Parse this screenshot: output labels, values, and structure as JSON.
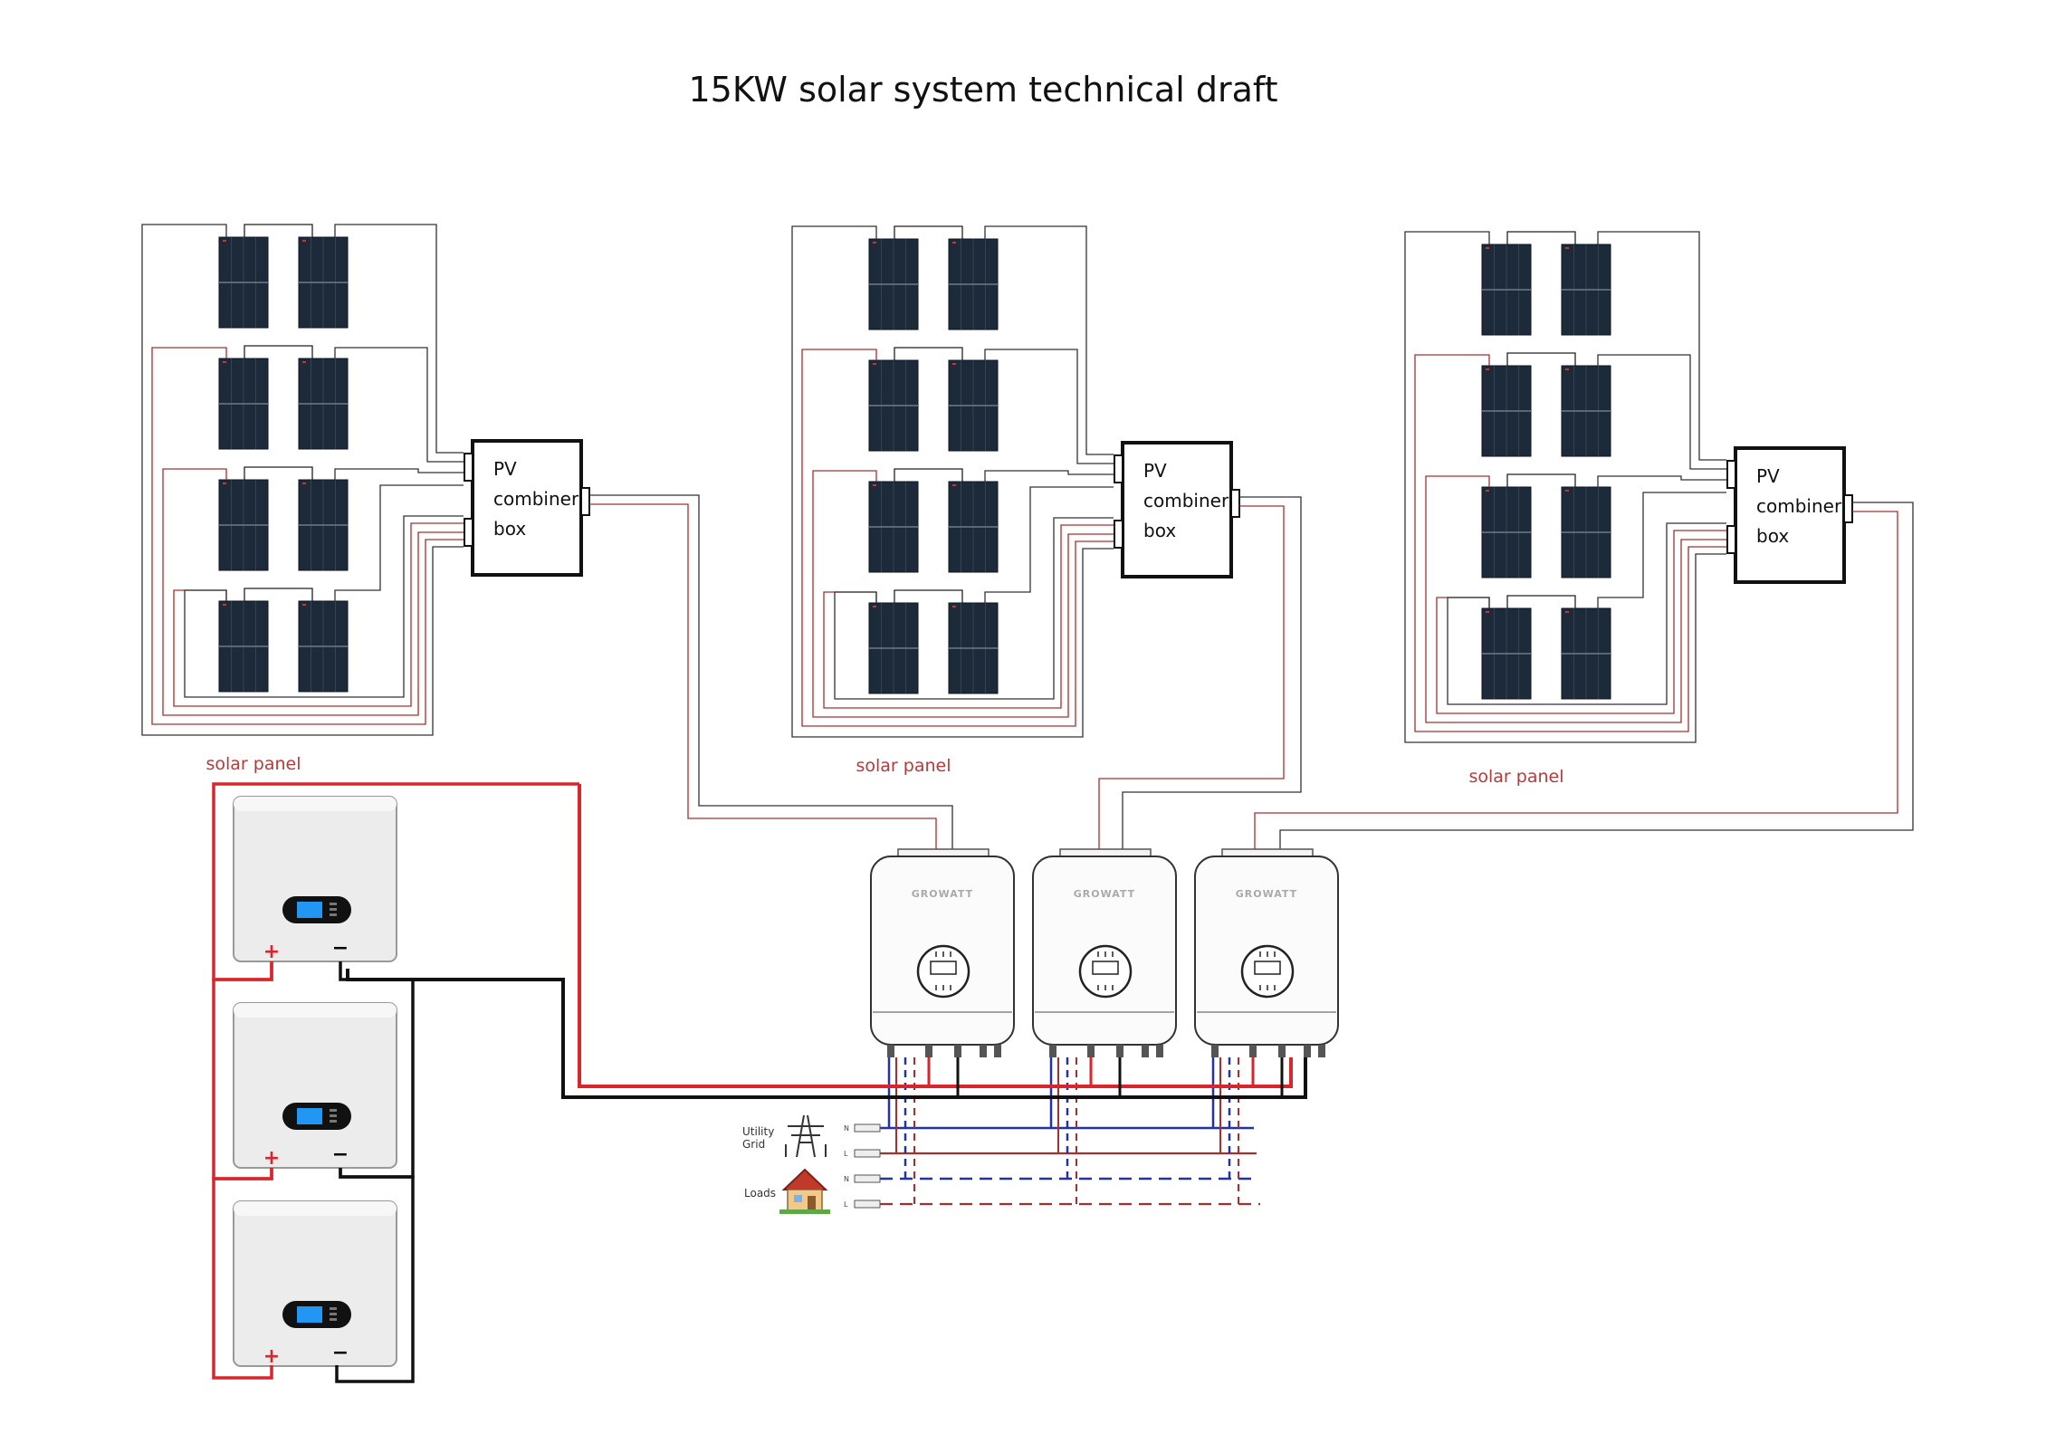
{
  "title": "15KW   solar system technical draft",
  "combiner_box": {
    "line1": "PV",
    "line2": "combiner",
    "line3": "box"
  },
  "array_label": "solar panel",
  "inverter_brand": "GROWATT",
  "grid": {
    "line1": "Utility",
    "line2": "Grid",
    "n": "N",
    "l": "L"
  },
  "loads": {
    "label": "Loads",
    "n": "N",
    "l": "L"
  },
  "battery": {
    "plus": "+",
    "minus": "−"
  },
  "colors": {
    "red": "#d9252b",
    "black": "#111111",
    "blue": "#2233aa",
    "darkred": "#a33030",
    "panel": "#1c2a3a"
  }
}
